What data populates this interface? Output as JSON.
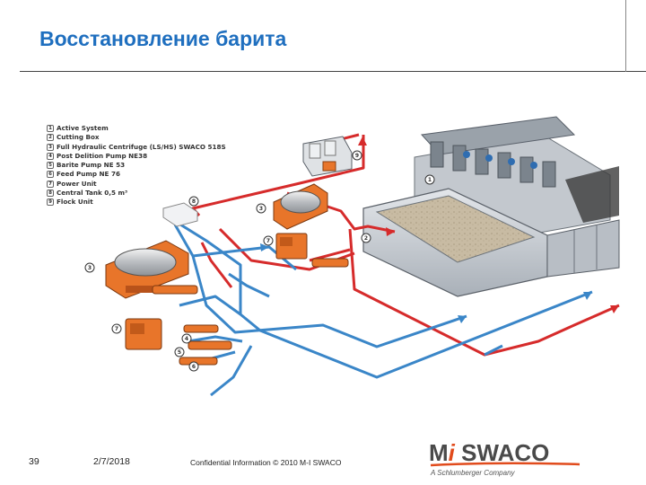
{
  "slide": {
    "title": "Восстановление барита",
    "footer": {
      "page_number": "39",
      "date": "2/7/2018",
      "confidential": "Confidential Information  © 2010 M-I SWACO"
    },
    "logo": {
      "prefix": "M",
      "mark": "i",
      "suffix": " SWACO",
      "tagline": "A Schlumberger Company"
    }
  },
  "legend": [
    {
      "num": "1",
      "text": "Active System"
    },
    {
      "num": "2",
      "text": "Cutting Box"
    },
    {
      "num": "3",
      "text": "Full Hydraulic Centrifuge (LS/HS) SWACO 518S"
    },
    {
      "num": "4",
      "text": "Post Delition Pump NE38"
    },
    {
      "num": "5",
      "text": "Barite Pump NE 53"
    },
    {
      "num": "6",
      "text": "Feed Pump NE 76"
    },
    {
      "num": "7",
      "text": "Power Unit"
    },
    {
      "num": "8",
      "text": "Central Tank 0,5 m³"
    },
    {
      "num": "9",
      "text": "Flock Unit"
    }
  ],
  "callouts": {
    "c1": "1",
    "c2": "2",
    "c3a": "3",
    "c3b": "3",
    "c4": "4",
    "c5": "5",
    "c6": "6",
    "c7a": "7",
    "c7b": "7",
    "c8": "8",
    "c9": "9"
  },
  "colors": {
    "title": "#1f6fbf",
    "red_line": "#d62b2b",
    "blue_line": "#3a86c8",
    "equipment": "#e8752a",
    "tank": "#c9ced4",
    "logo_accent": "#e14b1c"
  }
}
